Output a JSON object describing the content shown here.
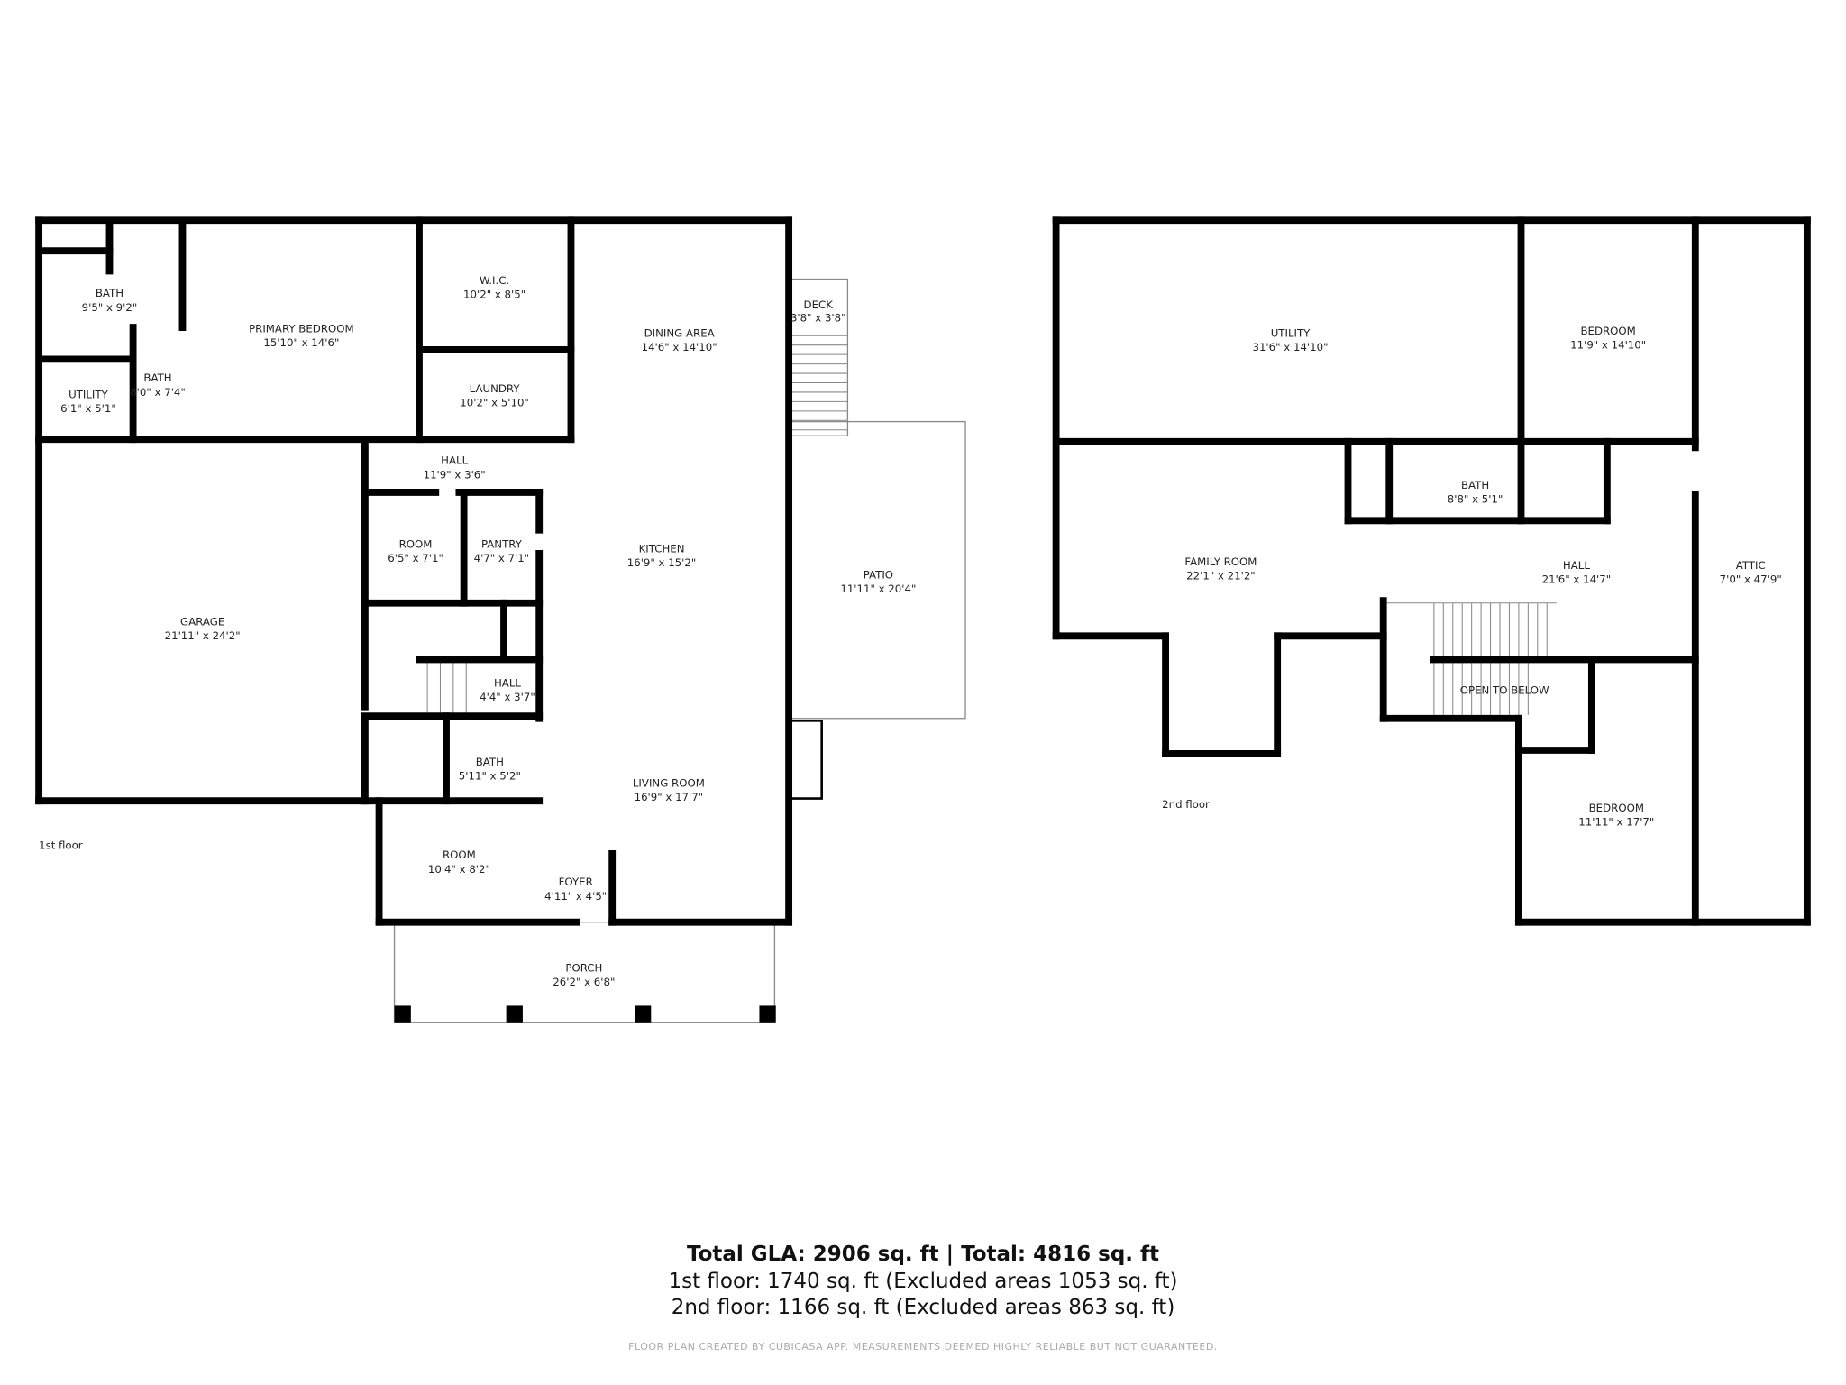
{
  "floor1": {
    "label": "1st floor",
    "rooms": [
      {
        "name": "BATH",
        "dims": "9'5\" x 9'2\""
      },
      {
        "name": "PRIMARY BEDROOM",
        "dims": "15'10\" x 14'6\""
      },
      {
        "name": "W.I.C.",
        "dims": "10'2\" x 8'5\""
      },
      {
        "name": "DINING AREA",
        "dims": "14'6\" x 14'10\""
      },
      {
        "name": "DECK",
        "dims": "3'8\" x 3'8\""
      },
      {
        "name": "UTILITY",
        "dims": "6'1\" x 5'1\""
      },
      {
        "name": "BATH",
        "dims": "8'0\" x 7'4\""
      },
      {
        "name": "LAUNDRY",
        "dims": "10'2\" x 5'10\""
      },
      {
        "name": "HALL",
        "dims": "11'9\" x 3'6\""
      },
      {
        "name": "ROOM",
        "dims": "6'5\" x 7'1\""
      },
      {
        "name": "PANTRY",
        "dims": "4'7\" x 7'1\""
      },
      {
        "name": "KITCHEN",
        "dims": "16'9\" x 15'2\""
      },
      {
        "name": "PATIO",
        "dims": "11'11\" x 20'4\""
      },
      {
        "name": "GARAGE",
        "dims": "21'11\" x 24'2\""
      },
      {
        "name": "HALL",
        "dims": "4'4\" x 3'7\""
      },
      {
        "name": "BATH",
        "dims": "5'11\" x 5'2\""
      },
      {
        "name": "LIVING ROOM",
        "dims": "16'9\" x 17'7\""
      },
      {
        "name": "ROOM",
        "dims": "10'4\" x 8'2\""
      },
      {
        "name": "FOYER",
        "dims": "4'11\" x 4'5\""
      },
      {
        "name": "PORCH",
        "dims": "26'2\" x 6'8\""
      }
    ]
  },
  "floor2": {
    "label": "2nd floor",
    "rooms": [
      {
        "name": "UTILITY",
        "dims": "31'6\" x 14'10\""
      },
      {
        "name": "BEDROOM",
        "dims": "11'9\" x 14'10\""
      },
      {
        "name": "BATH",
        "dims": "8'8\" x 5'1\""
      },
      {
        "name": "FAMILY ROOM",
        "dims": "22'1\" x 21'2\""
      },
      {
        "name": "HALL",
        "dims": "21'6\" x 14'7\""
      },
      {
        "name": "ATTIC",
        "dims": "7'0\" x 47'9\""
      },
      {
        "name": "OPEN TO BELOW",
        "dims": ""
      },
      {
        "name": "BEDROOM",
        "dims": "11'11\" x 17'7\""
      }
    ]
  },
  "summary": {
    "total": "Total GLA: 2906 sq. ft | Total: 4816 sq. ft",
    "floor1": "1st floor: 1740 sq. ft (Excluded areas 1053 sq. ft)",
    "floor2": "2nd floor: 1166 sq. ft (Excluded areas 863 sq. ft)",
    "disclaimer": "FLOOR PLAN CREATED BY CUBICASA APP. MEASUREMENTS DEEMED HIGHLY RELIABLE BUT NOT GUARANTEED."
  },
  "colors": {
    "wall": "#000000",
    "outline": "#888888"
  }
}
